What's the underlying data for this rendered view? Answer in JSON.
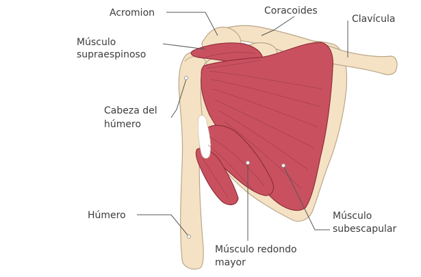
{
  "colors": {
    "bone_fill": "#f5e2c4",
    "bone_stroke": "#b9a588",
    "muscle_fill": "#c9515f",
    "muscle_stroke": "#8f2f3b",
    "muscle_fiber": "#9b3a47",
    "label_text": "#3b3b3b",
    "leader_line": "#555555"
  },
  "labels": {
    "acromion": "Acromion",
    "coracoides": "Coracoides",
    "clavicula": "Clavícula",
    "supraespinoso": [
      "Músculo",
      "supraespinoso"
    ],
    "cabeza_humero": [
      "Cabeza del",
      "húmero"
    ],
    "humero": "Húmero",
    "redondo_mayor": [
      "Músculo redondo",
      "mayor"
    ],
    "subescapular": [
      "Músculo",
      "subescapular"
    ]
  }
}
